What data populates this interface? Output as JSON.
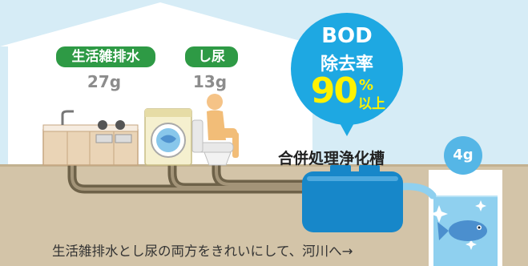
{
  "labels": {
    "household_wastewater": "生活雑排水",
    "human_waste": "し尿",
    "household_amount": "27g",
    "human_waste_amount": "13g",
    "tank_name": "合併処理浄化槽",
    "output_amount": "4g",
    "caption": "生活雑排水とし尿の両方をきれいにして、河川へ→"
  },
  "bod_badge": {
    "line1": "BOD",
    "line2": "除去率",
    "number": "90",
    "percent": "%",
    "suffix": "以上"
  },
  "colors": {
    "sky": "#d6ecf6",
    "ground": "#d3c4a8",
    "green_label": "#2e9a45",
    "bod_badge": "#1ea8e2",
    "bod_number": "#fff200",
    "tank": "#1787c9"
  }
}
